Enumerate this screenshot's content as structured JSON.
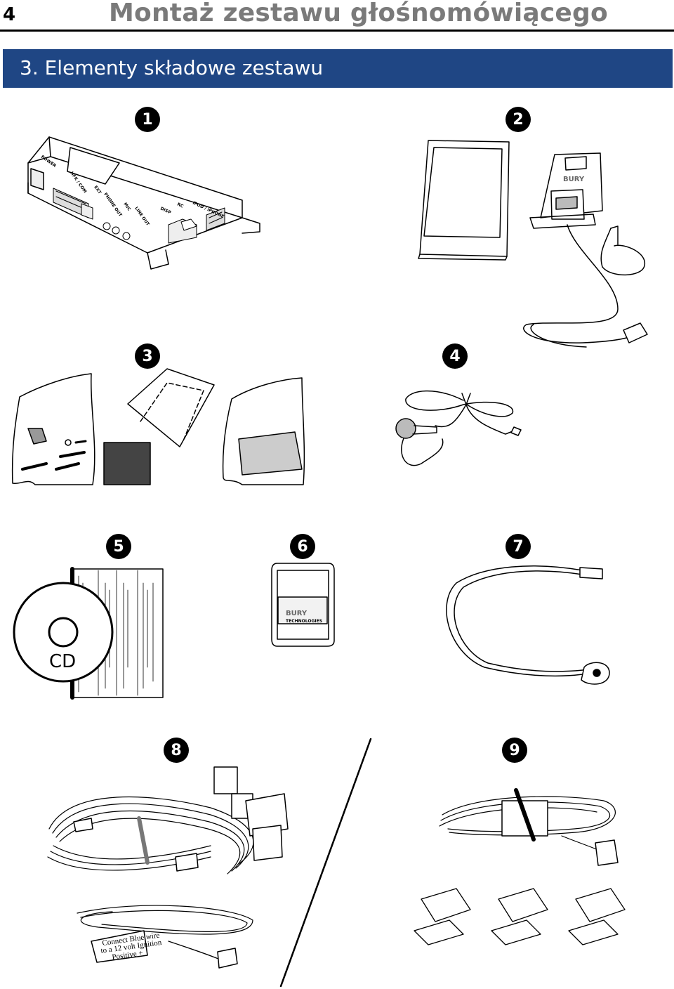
{
  "header": {
    "page_number": "4",
    "title": "Montaż zestawu głośnomówiącego"
  },
  "section": {
    "title": "3. Elementy składowe zestawu"
  },
  "items": [
    {
      "number": "1",
      "icon": "main-module-icon"
    },
    {
      "number": "2",
      "icon": "display-and-holder-icon"
    },
    {
      "number": "3",
      "icon": "mounting-accessories-icon"
    },
    {
      "number": "4",
      "icon": "microphone-icon"
    },
    {
      "number": "5",
      "icon": "cd-and-manual-icon"
    },
    {
      "number": "6",
      "icon": "remote-control-icon"
    },
    {
      "number": "7",
      "icon": "ipod-cable-icon"
    },
    {
      "number": "8",
      "icon": "wiring-harness-icon"
    },
    {
      "number": "9",
      "icon": "extension-cable-and-clips-icon"
    }
  ],
  "module_ports": [
    "HFK / COM",
    "EXT",
    "PHONE OUT",
    "MIC",
    "LINE OUT",
    "DISP",
    "RC",
    "iPOD / iPHONE"
  ],
  "module_power_label": "POWER",
  "holder_brand": "BURY",
  "remote_brand": "BURY",
  "remote_subtitle": "TECHNOLOGIES",
  "cd_label": "CD",
  "wire_tag": [
    "Connect Blue wire",
    "to a 12 volt Ignition",
    "Positive +"
  ],
  "colors": {
    "banner": "#1f4684",
    "title_gray": "#7a7a7a"
  }
}
